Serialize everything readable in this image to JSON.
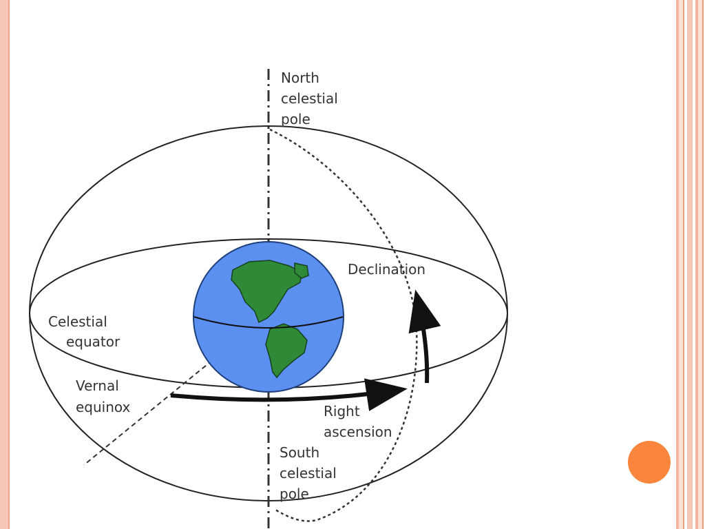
{
  "diagram": {
    "labels": {
      "north_pole": [
        "North",
        "celestial",
        "pole"
      ],
      "south_pole": [
        "South",
        "celestial",
        "pole"
      ],
      "declination": "Declination",
      "celestial_equator": [
        "Celestial",
        "equator"
      ],
      "vernal_equinox": [
        "Vernal",
        "equinox"
      ],
      "right_ascension": [
        "Right",
        "ascension"
      ]
    },
    "colors": {
      "ocean": "#5b8ff0",
      "land": "#2f8a37",
      "lines": "#222222",
      "accent_dot": "#f9863c",
      "frame": "#f6c7b6"
    }
  }
}
